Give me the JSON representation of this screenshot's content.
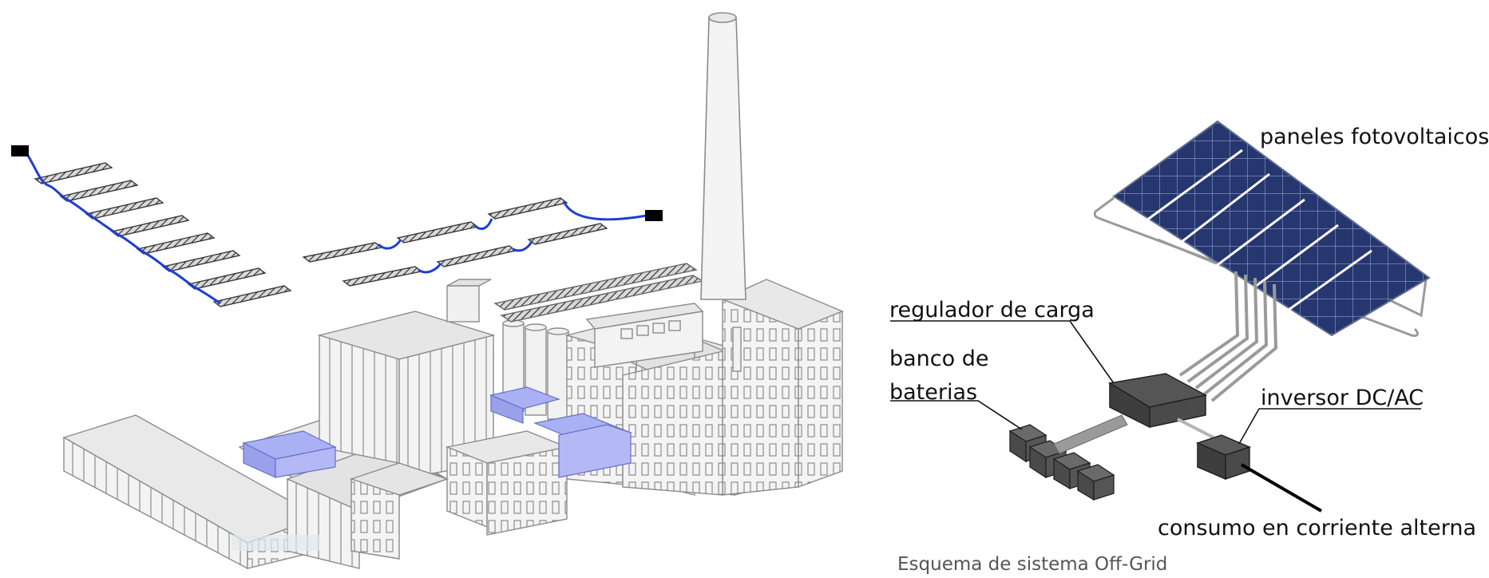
{
  "labels": {
    "panels": "paneles fotovoltaicos",
    "regulator": "regulador de carga",
    "battery_line1": "banco de",
    "battery_line2": "baterias",
    "inverter": "inversor DC/AC",
    "consumption": "consumo en corriente alterna"
  },
  "caption": "Esquema de sistema Off-Grid",
  "colors": {
    "cable": "#1f3fd0",
    "solar_panel": "#26366e",
    "panel_grid": "#8fa0d0",
    "building_fill": "#f2f2f2",
    "building_line": "#8c8c8c",
    "highlight_blocks": "#aab0f4",
    "equipment": "#4a4a4a"
  },
  "icons": [
    "solar-panel-icon",
    "factory-icon",
    "battery-icon",
    "inverter-icon"
  ]
}
